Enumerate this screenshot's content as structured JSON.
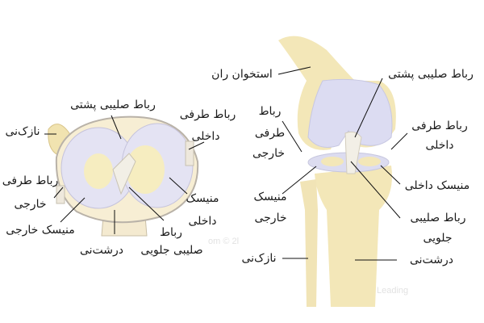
{
  "top_view": {
    "pcl": "رباط صلیبی پشتی",
    "fibula": "نازک‌نی",
    "mcl_1": "رباط طرفی",
    "mcl_2": "داخلی",
    "lcl_1": "رباط طرفی",
    "lcl_2": "خارجی",
    "lateral_meniscus": "منیسک خارجی",
    "medial_meniscus_1": "منیسک",
    "medial_meniscus_2": "داخلی",
    "acl_1": "رباط",
    "acl_2": "صلیبی جلویی",
    "tibia": "درشت‌نی"
  },
  "front_view": {
    "femur": "استخوان ران",
    "pcl": "رباط صلیبی پشتی",
    "lcl_1": "رباط",
    "lcl_2": "طرفی",
    "lcl_3": "خارجی",
    "mcl_1": "رباط طرفی",
    "mcl_2": "داخلی",
    "medial_meniscus": "منیسک داخلی",
    "lateral_meniscus_1": "منیسک",
    "lateral_meniscus_2": "خارجی",
    "acl_1": "رباط صلیبی",
    "acl_2": "جلویی",
    "fibula": "نازک‌نی",
    "tibia": "درشت‌نی"
  },
  "watermarks": {
    "left": "om © 2l",
    "right": "Leading"
  },
  "colors": {
    "bone": "#f3e7b8",
    "cartilage": "#dcdcf2",
    "ligament": "#f4efe2",
    "line": "#111111"
  }
}
